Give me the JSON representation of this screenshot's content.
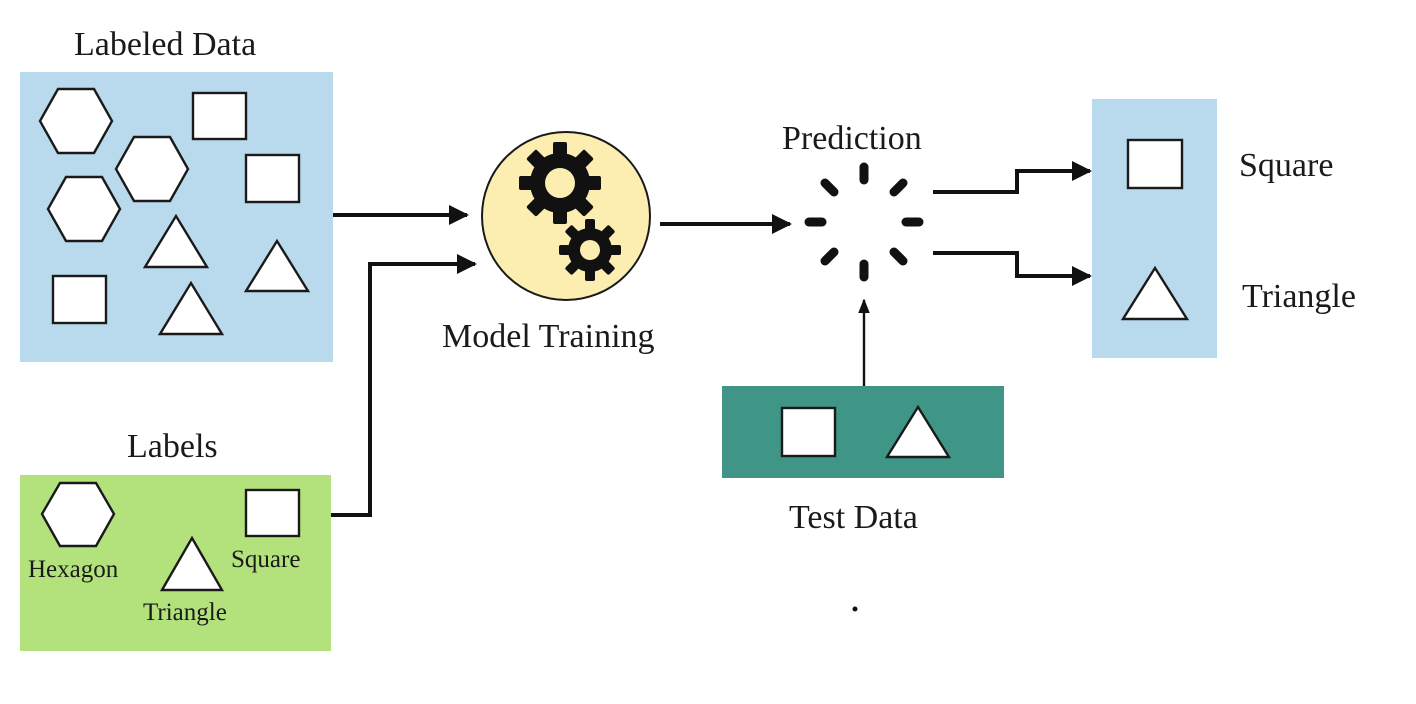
{
  "labeled_data": {
    "title": "Labeled Data"
  },
  "labels": {
    "title": "Labels",
    "hexagon": "Hexagon",
    "triangle": "Triangle",
    "square": "Square"
  },
  "model": {
    "title": "Model Training"
  },
  "prediction": {
    "title": "Prediction"
  },
  "test_data": {
    "title": "Test Data"
  },
  "output": {
    "square": "Square",
    "triangle": "Triangle"
  },
  "colors": {
    "labeled_panel": "#b9d9ec",
    "labels_panel": "#b3e27c",
    "model_circle": "#fbeeb0",
    "test_panel": "#3f9586",
    "output_panel": "#b9d9ec"
  },
  "icons": [
    "gears-icon",
    "loading-spinner-icon",
    "hexagon-icon",
    "square-icon",
    "triangle-icon"
  ]
}
